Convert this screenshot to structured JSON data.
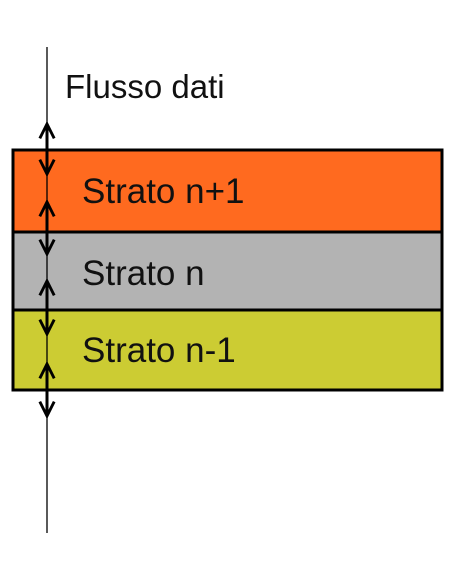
{
  "flow": {
    "label": "Flusso dati"
  },
  "layers": [
    {
      "label": "Strato n+1",
      "color": "#FF6A1F"
    },
    {
      "label": "Strato n",
      "color": "#B3B3B3"
    },
    {
      "label": "Strato n-1",
      "color": "#CCCC33"
    }
  ],
  "colors": {
    "border": "#000000",
    "arrow": "#000000",
    "flow_line": "#000000"
  },
  "icons": {
    "arrow": "double-headed-vertical-arrow-icon"
  }
}
